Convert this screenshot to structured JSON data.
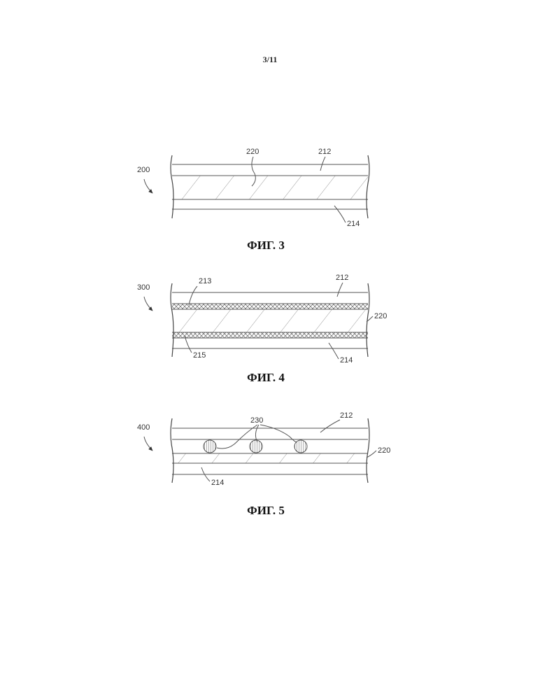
{
  "page": {
    "number": "3/11"
  },
  "figures": [
    {
      "caption": "ФИГ. 3",
      "assembly_ref": "200",
      "refs": {
        "top_layer": "212",
        "middle_layer": "220",
        "bottom_layer": "214"
      }
    },
    {
      "caption": "ФИГ. 4",
      "assembly_ref": "300",
      "refs": {
        "top_layer": "212",
        "upper_interlayer": "213",
        "middle_layer": "220",
        "lower_interlayer": "215",
        "bottom_layer": "214"
      }
    },
    {
      "caption": "ФИГ. 5",
      "assembly_ref": "400",
      "refs": {
        "top_layer": "212",
        "particles": "230",
        "middle_layer": "220",
        "bottom_layer": "214"
      }
    }
  ]
}
